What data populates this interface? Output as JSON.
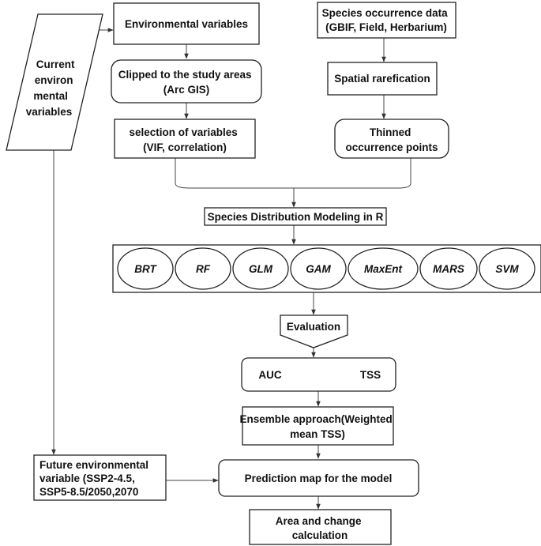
{
  "nodes": {
    "current_env": [
      "Current",
      "environ",
      "mental",
      "variables"
    ],
    "env_vars": [
      "Environmental variables"
    ],
    "clipped": [
      "Clipped to the study areas",
      "(Arc GIS)"
    ],
    "selection": [
      "selection of variables",
      "(VIF, correlation)"
    ],
    "occurrence": [
      "Species occurrence data",
      "(GBIF, Field, Herbarium)"
    ],
    "rarefication": [
      "Spatial rarefication"
    ],
    "thinned": [
      "Thinned",
      "occurrence points"
    ],
    "sdm": [
      "Species Distribution Modeling in R"
    ],
    "evaluation": [
      "Evaluation"
    ],
    "auc": "AUC",
    "tss": "TSS",
    "ensemble": [
      "Ensemble approach(Weighted",
      "mean TSS)"
    ],
    "future_env": [
      "Future environmental",
      "variable (SSP2-4.5,",
      "SSP5-8.5/2050,2070"
    ],
    "prediction": [
      "Prediction map for the model"
    ],
    "area_change": [
      "Area and change",
      "calculation"
    ]
  },
  "models": [
    "BRT",
    "RF",
    "GLM",
    "GAM",
    "MaxEnt",
    "MARS",
    "SVM"
  ],
  "colors": {
    "stroke": "#222222",
    "text": "#111111",
    "background": "#ffffff"
  }
}
